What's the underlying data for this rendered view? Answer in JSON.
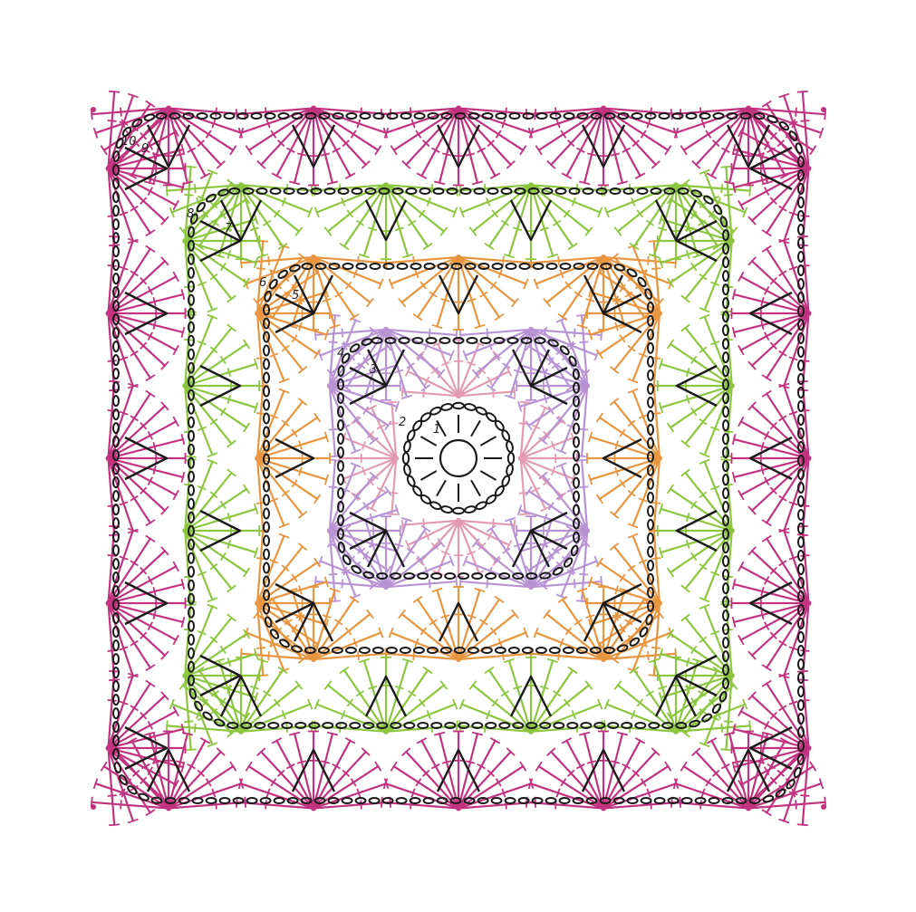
{
  "diagram": {
    "type": "crochet-granny-square-chart",
    "rounds": [
      {
        "label": "1",
        "color": "#1a1a1a",
        "stitch": "chain-ring-and-stitches"
      },
      {
        "label": "2",
        "color": "#e39ab0",
        "stitch": "fans"
      },
      {
        "label": "3",
        "color": "#1a1a1a",
        "stitch": "chain-and-triangles"
      },
      {
        "label": "4",
        "color": "#b893d4",
        "stitch": "fans"
      },
      {
        "label": "5",
        "color": "#1a1a1a",
        "stitch": "chain-and-triangles"
      },
      {
        "label": "6",
        "color": "#e89540",
        "stitch": "fans"
      },
      {
        "label": "7",
        "color": "#1a1a1a",
        "stitch": "chain-and-triangles"
      },
      {
        "label": "8",
        "color": "#8cc63f",
        "stitch": "fans"
      },
      {
        "label": "9",
        "color": "#1a1a1a",
        "stitch": "chain-and-triangles"
      },
      {
        "label": "10",
        "color": "#c2337f",
        "stitch": "scallop-fans"
      }
    ],
    "colors": {
      "chain": "#1a1a1a",
      "pink_light": "#e39ab0",
      "lilac": "#b893d4",
      "orange": "#e89540",
      "green": "#8cc63f",
      "magenta": "#c2337f",
      "background": "#ffffff"
    },
    "icons": [
      "magic-ring-icon",
      "chain-stitch-icon",
      "double-crochet-icon",
      "cluster-triangle-icon"
    ]
  }
}
